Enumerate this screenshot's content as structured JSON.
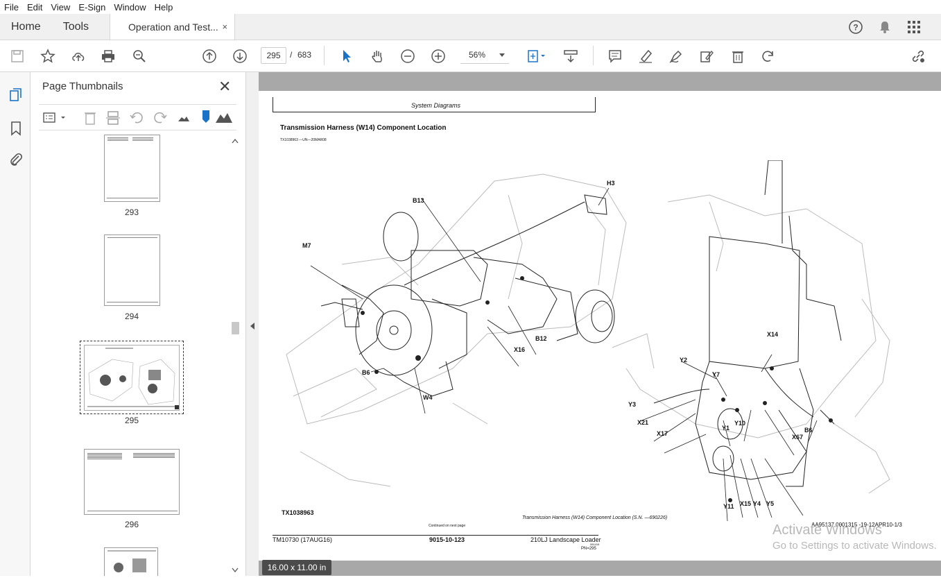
{
  "menu": [
    "File",
    "Edit",
    "View",
    "E-Sign",
    "Window",
    "Help"
  ],
  "tabs": {
    "home": "Home",
    "tools": "Tools",
    "document": "Operation and Test...",
    "close": "×"
  },
  "toolbar": {
    "page_current": "295",
    "page_sep": "/",
    "page_total": "683",
    "zoom": "56%"
  },
  "panel": {
    "title": "Page Thumbnails",
    "close": "✕",
    "thumbnails": [
      {
        "label": "293"
      },
      {
        "label": "294"
      },
      {
        "label": "295"
      },
      {
        "label": "296"
      }
    ]
  },
  "document": {
    "header": "System Diagrams",
    "title": "Transmission Harness (W14) Component Location",
    "figure_id_small": "TX1038963 —UN—20MAR08",
    "figure_id": "TX1038963",
    "caption": "Transmission Harness (W14) Component Location (S.N. —690226)",
    "continued": "Continued on next page",
    "footer_left": "TM10730 (17AUG16)",
    "footer_center": "9015-10-123",
    "footer_right": "210LJ Landscape Loader",
    "footer_right_small1": "081416",
    "footer_right_small2": "PN=295",
    "ref": "AA95137,0001315 -19-12APR10-1/3",
    "labels_left": [
      "B13",
      "H3",
      "M7",
      "X16",
      "B12",
      "B6",
      "W4"
    ],
    "labels_right": [
      "X14",
      "Y2",
      "Y7",
      "Y3",
      "X21",
      "Y10",
      "Y1",
      "X17",
      "X67",
      "B6",
      "Y11",
      "X15",
      "Y4",
      "Y5"
    ]
  },
  "status": {
    "doc_size": "16.00 x 11.00 in"
  },
  "watermark": {
    "line1": "Activate Windows",
    "line2": "Go to Settings to activate Windows."
  }
}
